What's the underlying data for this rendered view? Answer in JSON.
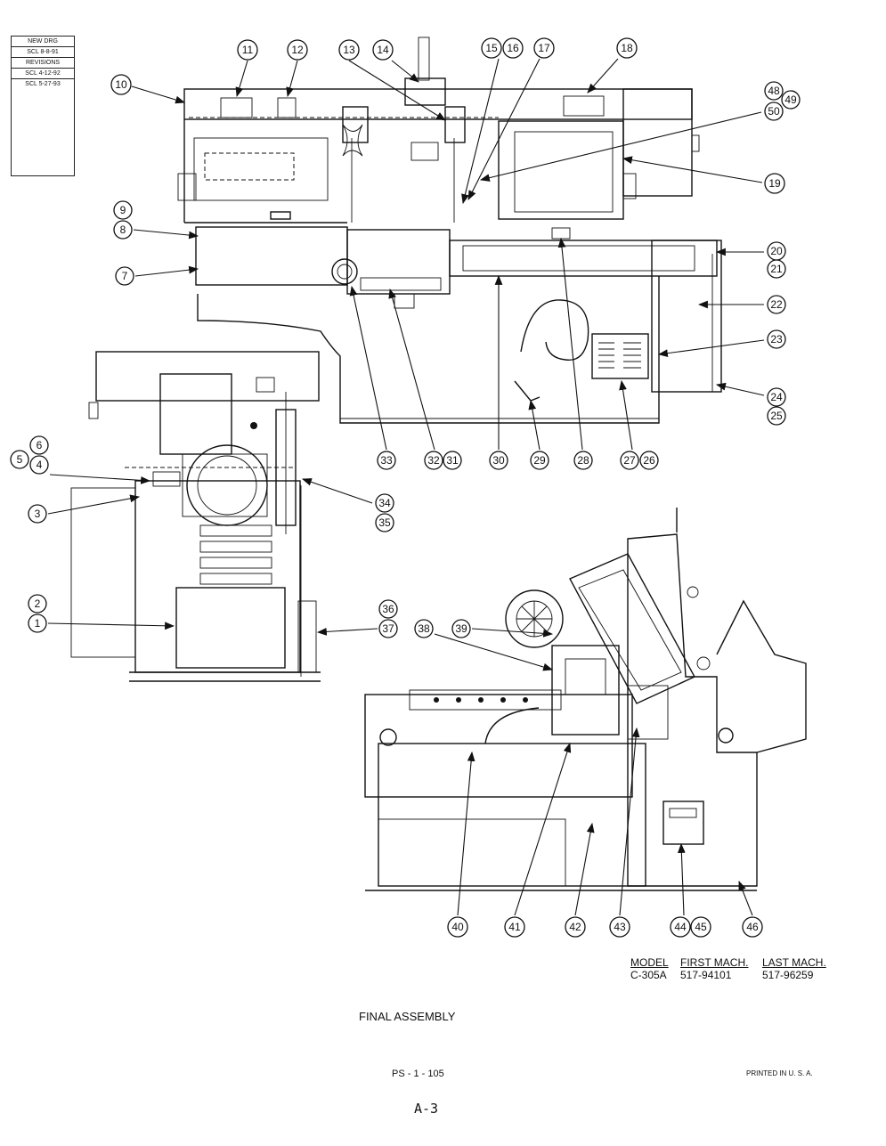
{
  "revision_block": {
    "rows": [
      "NEW DRG",
      "SCL 8-8-91",
      "REVISIONS",
      "SCL 4-12-92",
      "SCL 5-27-93"
    ]
  },
  "callouts": {
    "c1": "1",
    "c2": "2",
    "c3": "3",
    "c4": "4",
    "c5": "5",
    "c6": "6",
    "c7": "7",
    "c8": "8",
    "c9": "9",
    "c10": "10",
    "c11": "11",
    "c12": "12",
    "c13": "13",
    "c14": "14",
    "c15": "15",
    "c16": "16",
    "c17": "17",
    "c18": "18",
    "c19": "19",
    "c20": "20",
    "c21": "21",
    "c22": "22",
    "c23": "23",
    "c24": "24",
    "c25": "25",
    "c26": "26",
    "c27": "27",
    "c28": "28",
    "c29": "29",
    "c30": "30",
    "c31": "31",
    "c32": "32",
    "c33": "33",
    "c34": "34",
    "c35": "35",
    "c36": "36",
    "c37": "37",
    "c38": "38",
    "c39": "39",
    "c40": "40",
    "c41": "41",
    "c42": "42",
    "c43": "43",
    "c44": "44",
    "c45": "45",
    "c46": "46",
    "c48": "48",
    "c49": "49",
    "c50": "50"
  },
  "model_table": {
    "headers": [
      "MODEL",
      "FIRST MACH.",
      "LAST MACH."
    ],
    "values": [
      "C-305A",
      "517-94101",
      "517-96259"
    ]
  },
  "title": "FINAL ASSEMBLY",
  "part_number": "PS - 1 - 105",
  "printed": "PRINTED IN U. S. A.",
  "page": "A-3"
}
